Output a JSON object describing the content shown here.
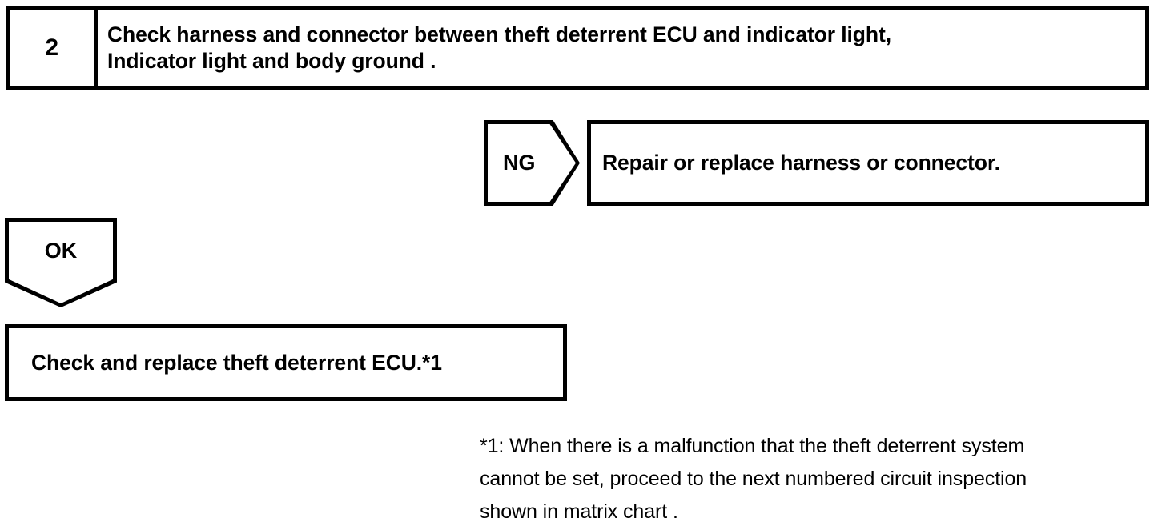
{
  "document": {
    "type": "troubleshooting-flowchart",
    "colors": {
      "ink": "#000000",
      "paper": "#ffffff"
    }
  },
  "step": {
    "number": "2",
    "instruction_line_1": "Check harness and connector between theft deterrent ECU and indicator light,",
    "instruction_line_2": "Indicator light and body ground ."
  },
  "branches": {
    "ng": {
      "label": "NG",
      "result": "Repair or replace harness or connector."
    },
    "ok": {
      "label": "OK",
      "result": "Check and replace theft deterrent ECU.*1"
    }
  },
  "footnote": {
    "marker": "*1",
    "line_1": "*1: When there is a malfunction that the theft deterrent system",
    "line_2": "cannot be set, proceed to the next numbered circuit inspection",
    "line_3": "shown in matrix chart ."
  }
}
